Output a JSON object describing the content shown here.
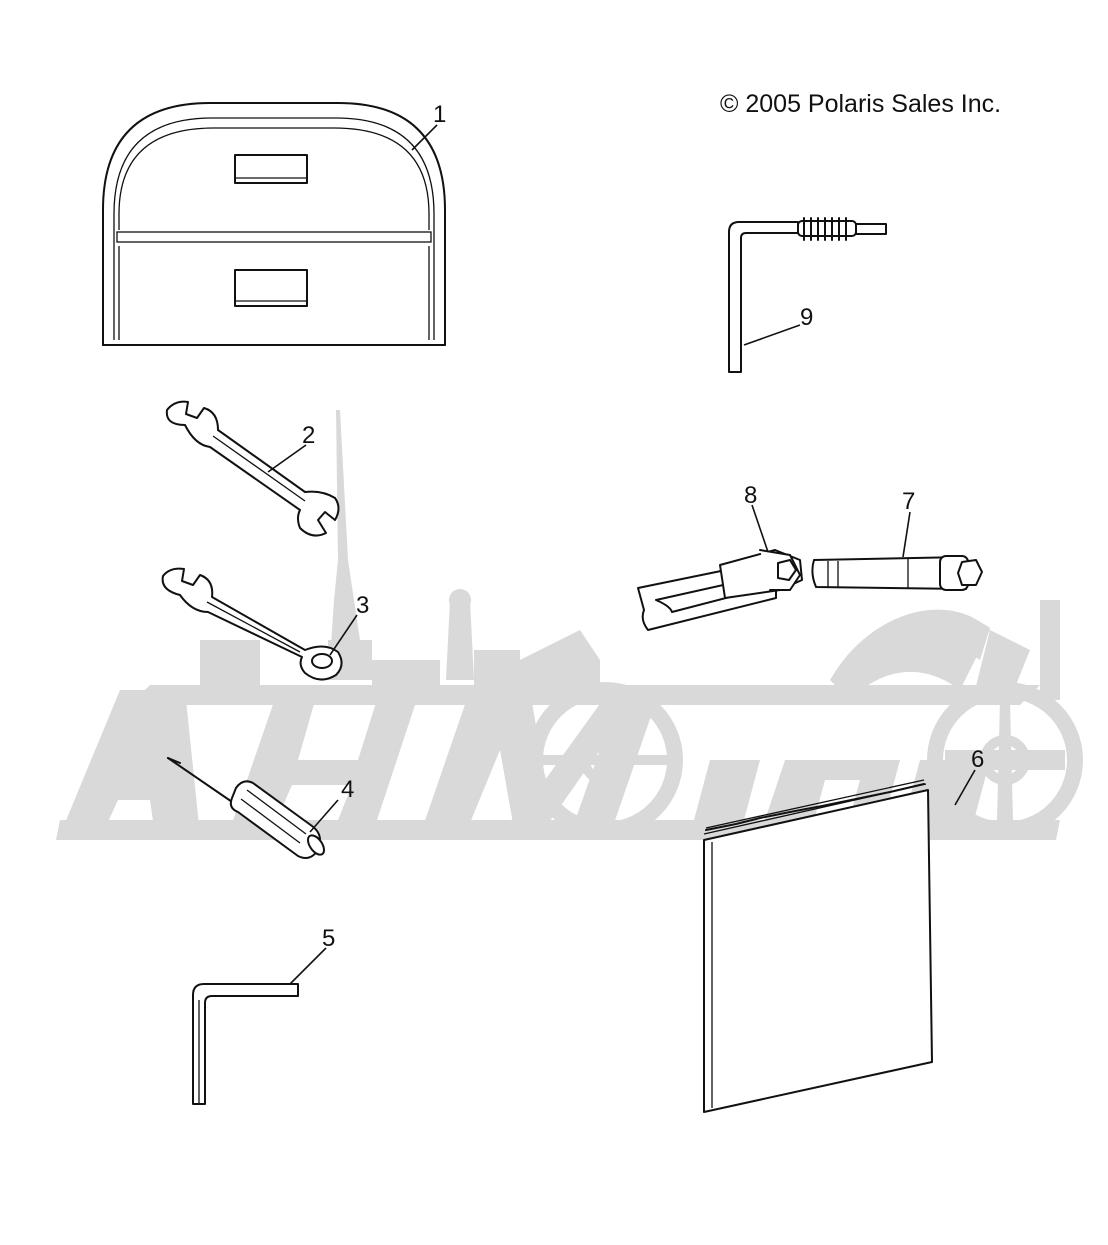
{
  "copyright": "© 2005 Polaris Sales Inc.",
  "watermark": {
    "text": "AeHMoTo",
    "color": "#d9d9d9"
  },
  "parts": [
    {
      "ref": "1",
      "item": "tool-bag"
    },
    {
      "ref": "2",
      "item": "open-end-wrench"
    },
    {
      "ref": "3",
      "item": "combination-wrench"
    },
    {
      "ref": "4",
      "item": "screwdriver"
    },
    {
      "ref": "5",
      "item": "hex-key"
    },
    {
      "ref": "6",
      "item": "owners-manual"
    },
    {
      "ref": "7",
      "item": "spark-plug-socket"
    },
    {
      "ref": "8",
      "item": "spanner-tool"
    },
    {
      "ref": "9",
      "item": "l-handle-tool"
    }
  ]
}
